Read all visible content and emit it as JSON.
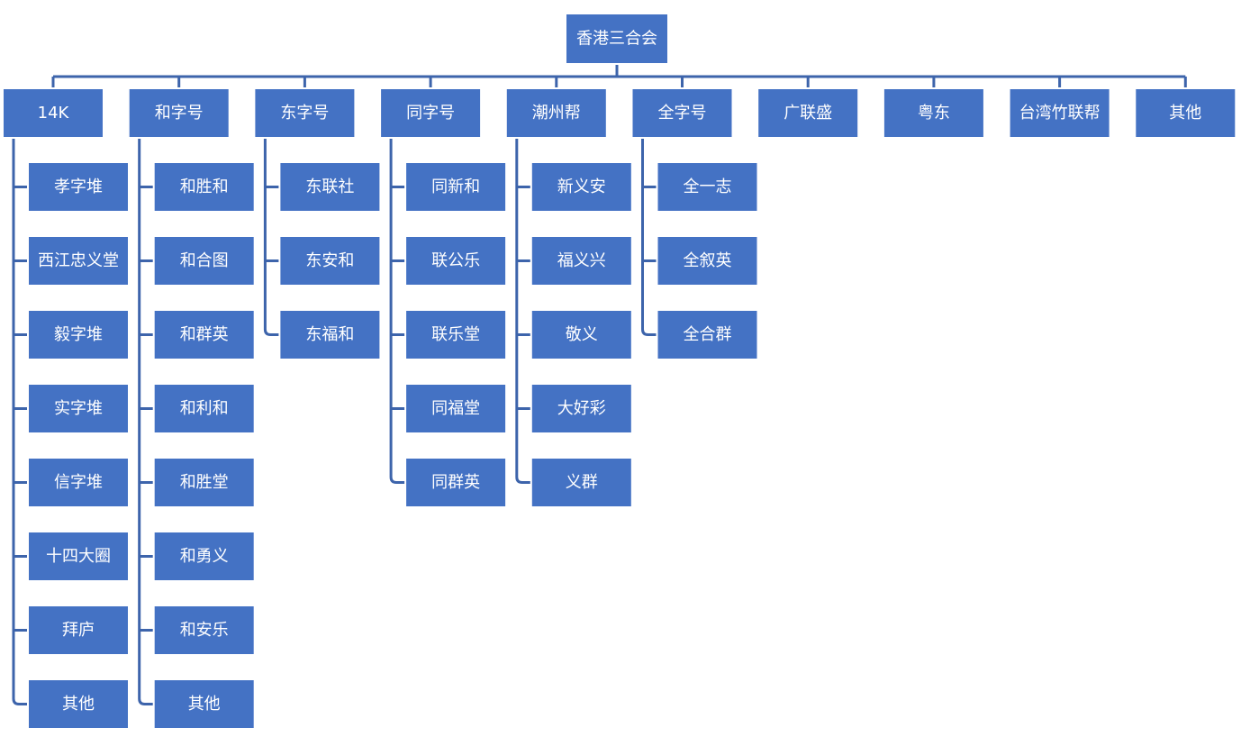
{
  "root": {
    "label": "香港三合会"
  },
  "branches": [
    {
      "label": "14K",
      "children": [
        "孝字堆",
        "西江忠义堂",
        "毅字堆",
        "实字堆",
        "信字堆",
        "十四大圈",
        "拜庐",
        "其他"
      ]
    },
    {
      "label": "和字号",
      "children": [
        "和胜和",
        "和合图",
        "和群英",
        "和利和",
        "和胜堂",
        "和勇义",
        "和安乐",
        "其他"
      ]
    },
    {
      "label": "东字号",
      "children": [
        "东联社",
        "东安和",
        "东福和"
      ]
    },
    {
      "label": "同字号",
      "children": [
        "同新和",
        "联公乐",
        "联乐堂",
        "同福堂",
        "同群英"
      ]
    },
    {
      "label": "潮州帮",
      "children": [
        "新义安",
        "福义兴",
        "敬义",
        "大好彩",
        "义群"
      ]
    },
    {
      "label": "全字号",
      "children": [
        "全一志",
        "全叙英",
        "全合群"
      ]
    },
    {
      "label": "广联盛",
      "children": []
    },
    {
      "label": "粤东",
      "children": []
    },
    {
      "label": "台湾竹联帮",
      "children": []
    },
    {
      "label": "其他",
      "children": []
    }
  ],
  "colors": {
    "box": "#4472c4",
    "connector": "#3d64ab",
    "text": "#ffffff"
  }
}
